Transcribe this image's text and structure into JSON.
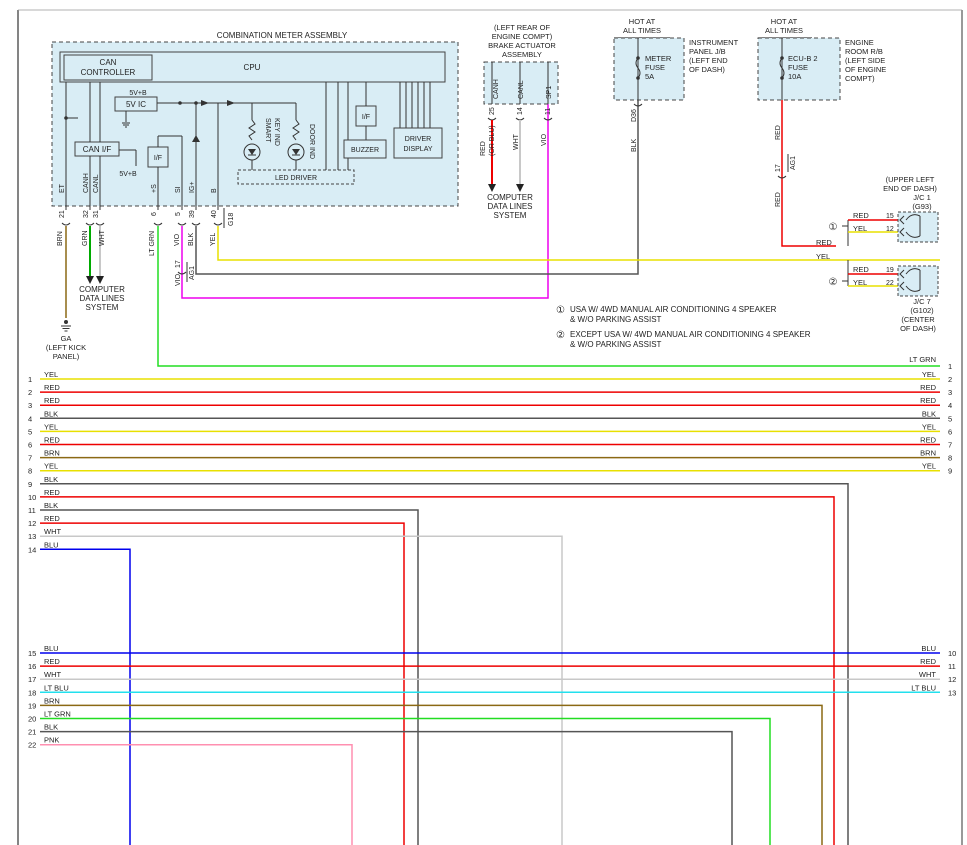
{
  "combo_meter": {
    "title": "COMBINATION METER ASSEMBLY",
    "cpu": "CPU",
    "can_controller": [
      "CAN",
      "CONTROLLER"
    ],
    "ic_5v_label": "5V+B",
    "ic_5v": "5V IC",
    "can_if": "CAN I/F",
    "can_if_5v": "5V+B",
    "if_small": "I/F",
    "if_buzzer": "I/F",
    "buzzer": "BUZZER",
    "driver_display": [
      "DRIVER",
      "DISPLAY"
    ],
    "led_driver": "LED DRIVER",
    "smart_key_ind": [
      "SMART",
      "KEY IND"
    ],
    "door_ind": "DOOR IND",
    "pins": [
      {
        "name": "ET",
        "num": "21",
        "wire": "BRN"
      },
      {
        "name": "CANH",
        "num": "32",
        "wire": "GRN"
      },
      {
        "name": "CANL",
        "num": "31",
        "wire": "WHT"
      },
      {
        "name": "+S",
        "num": "6",
        "wire": "LT GRN"
      },
      {
        "name": "SI",
        "num": "5",
        "wire": "VIO"
      },
      {
        "name": "IG+",
        "num": "39",
        "wire": "BLK"
      },
      {
        "name": "B",
        "num": "40",
        "wire": "YEL"
      }
    ],
    "connector": "G18"
  },
  "brake_actuator": {
    "title": [
      "(LEFT REAR OF",
      "ENGINE COMPT)",
      "BRAKE ACTUATOR",
      "ASSEMBLY"
    ],
    "pins": [
      {
        "name": "CANH",
        "num": "25",
        "wire": "RED",
        "wire2": "(OR BLU)"
      },
      {
        "name": "CANL",
        "num": "14",
        "wire": "WHT"
      },
      {
        "name": "SP1",
        "num": "11",
        "wire": "VIO"
      }
    ],
    "data_lines": [
      "COMPUTER",
      "DATA LINES",
      "SYSTEM"
    ]
  },
  "left_data_lines": [
    "COMPUTER",
    "DATA LINES",
    "SYSTEM"
  ],
  "ground": {
    "label": "GA",
    "loc": [
      "(LEFT KICK",
      "PANEL)"
    ]
  },
  "meter_fuse": {
    "hot": [
      "HOT AT",
      "ALL TIMES"
    ],
    "name": [
      "METER",
      "FUSE",
      "5A"
    ],
    "jb": [
      "INSTRUMENT",
      "PANEL J/B",
      "(LEFT END",
      "OF DASH)"
    ],
    "conn": "D36",
    "wire": "BLK"
  },
  "ecub2_fuse": {
    "hot": [
      "HOT AT",
      "ALL TIMES"
    ],
    "name": [
      "ECU-B 2",
      "FUSE",
      "10A"
    ],
    "rb": [
      "ENGINE",
      "ROOM R/B",
      "(LEFT SIDE",
      "OF ENGINE",
      "COMPT)"
    ],
    "wire_top": "RED",
    "conn_num": "17",
    "conn": "AG1",
    "wire_bottom": "RED"
  },
  "jc1": {
    "loc": [
      "(UPPER LEFT",
      "END OF DASH)",
      "J/C 1",
      "(G93)"
    ],
    "marker": "①",
    "rows": [
      {
        "wire": "RED",
        "num": "15"
      },
      {
        "wire": "YEL",
        "num": "12"
      }
    ]
  },
  "jc7": {
    "loc": [
      "J/C 7",
      "(G102)",
      "(CENTER",
      "OF DASH)"
    ],
    "marker": "②",
    "rows": [
      {
        "wire": "RED",
        "num": "19"
      },
      {
        "wire": "YEL",
        "num": "22"
      }
    ]
  },
  "mid_labels": {
    "red_right": "RED",
    "yel_right": "YEL",
    "vio_pin": "17",
    "vio_conn": "AG1",
    "vio_wire": "VIO"
  },
  "notes": [
    {
      "marker": "①",
      "lines": [
        "USA W/ 4WD MANUAL AIR CONDITIONING 4 SPEAKER",
        "& W/O PARKING ASSIST"
      ]
    },
    {
      "marker": "②",
      "lines": [
        "EXCEPT USA W/ 4WD MANUAL AIR CONDITIONING 4 SPEAKER",
        "& W/O PARKING ASSIST"
      ]
    }
  ],
  "wire_colors": {
    "LT GRN": "#22dd22",
    "YEL": "#e8e000",
    "RED": "#ee0000",
    "BLK": "#555555",
    "BRN": "#8b6914",
    "WHT": "#c8c8c8",
    "BLU": "#0000ee",
    "LT BLU": "#22e0ee",
    "PNK": "#ff8fb0",
    "VIO": "#ee00ee",
    "GRN": "#00aa00"
  },
  "bus": {
    "right_start": {
      "label": "LT GRN",
      "num": "1"
    },
    "top_rows": [
      {
        "left_num": "1",
        "label": "YEL",
        "right": "YEL",
        "right_num": "2"
      },
      {
        "left_num": "2",
        "label": "RED",
        "right": "RED",
        "right_num": "3"
      },
      {
        "left_num": "3",
        "label": "RED",
        "right": "RED",
        "right_num": "4"
      },
      {
        "left_num": "4",
        "label": "BLK",
        "right": "BLK",
        "right_num": "5"
      },
      {
        "left_num": "5",
        "label": "YEL",
        "right": "YEL",
        "right_num": "6"
      },
      {
        "left_num": "6",
        "label": "RED",
        "right": "RED",
        "right_num": "7"
      },
      {
        "left_num": "7",
        "label": "BRN",
        "right": "BRN",
        "right_num": "8"
      },
      {
        "left_num": "8",
        "label": "YEL",
        "right": "YEL",
        "right_num": "9"
      }
    ],
    "drop_rows": [
      {
        "left_num": "9",
        "label": "BLK"
      },
      {
        "left_num": "10",
        "label": "RED"
      },
      {
        "left_num": "11",
        "label": "BLK"
      },
      {
        "left_num": "12",
        "label": "RED"
      },
      {
        "left_num": "13",
        "label": "WHT"
      },
      {
        "left_num": "14",
        "label": "BLU"
      }
    ],
    "low_rows": [
      {
        "left_num": "15",
        "label": "BLU",
        "right": "BLU",
        "right_num": "10"
      },
      {
        "left_num": "16",
        "label": "RED",
        "right": "RED",
        "right_num": "11"
      },
      {
        "left_num": "17",
        "label": "WHT",
        "right": "WHT",
        "right_num": "12"
      },
      {
        "left_num": "18",
        "label": "LT BLU",
        "right": "LT BLU",
        "right_num": "13"
      }
    ],
    "up_rows": [
      {
        "left_num": "19",
        "label": "BRN"
      },
      {
        "left_num": "20",
        "label": "LT GRN"
      },
      {
        "left_num": "21",
        "label": "BLK"
      },
      {
        "left_num": "22",
        "label": "PNK"
      }
    ]
  }
}
